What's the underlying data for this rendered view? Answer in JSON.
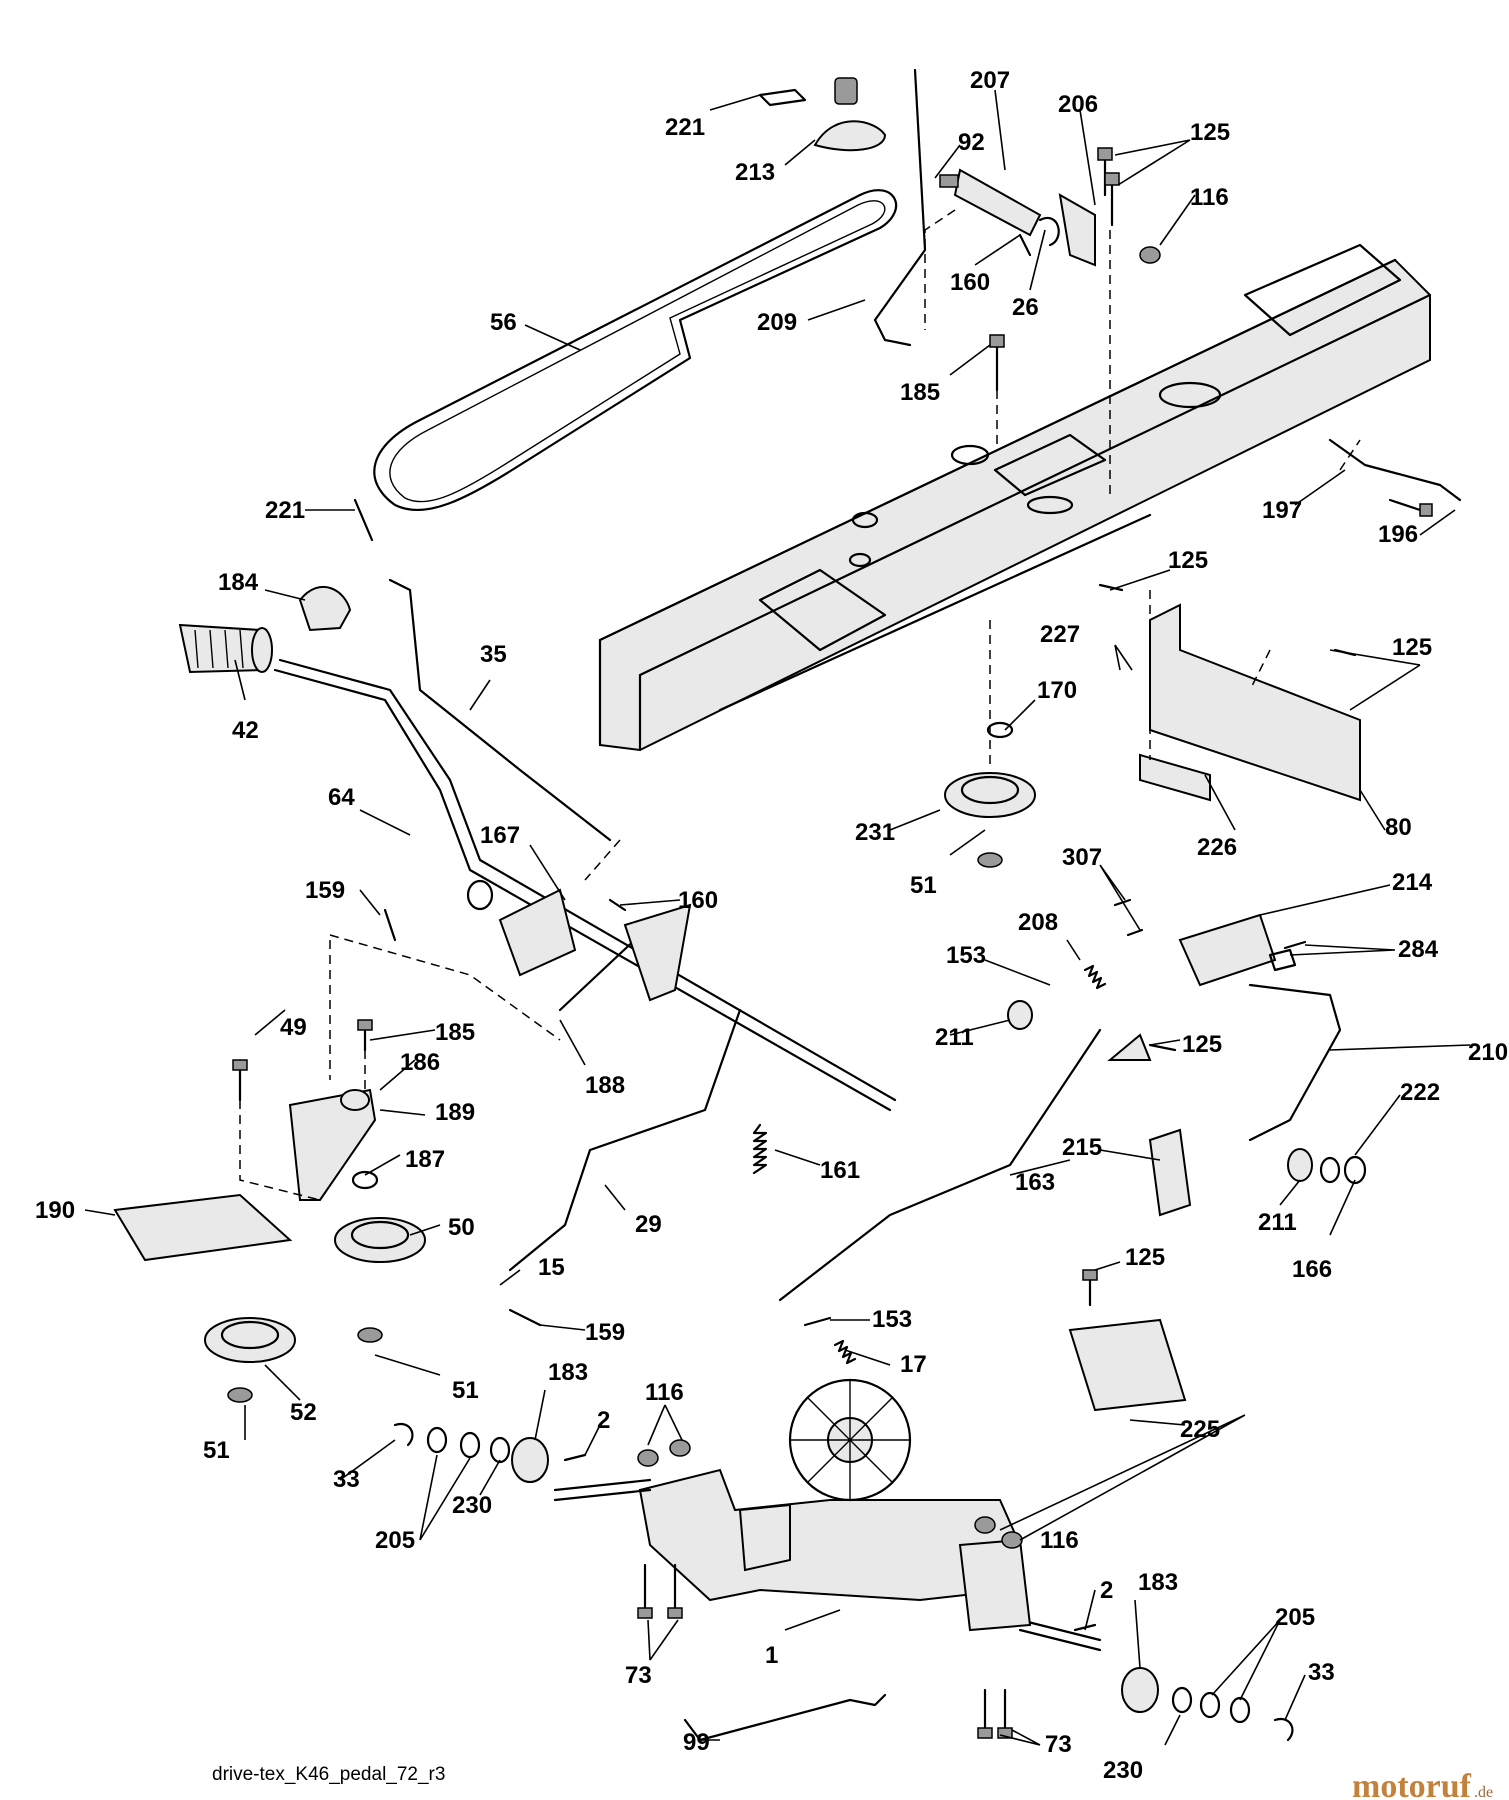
{
  "caption": "drive-tex_K46_pedal_72_r3",
  "watermark": {
    "brand": "motoruf",
    "tld": ".de",
    "color": "#c2823c"
  },
  "labels": [
    {
      "id": "221a",
      "text": "221"
    },
    {
      "id": "213",
      "text": "213"
    },
    {
      "id": "207",
      "text": "207"
    },
    {
      "id": "206",
      "text": "206"
    },
    {
      "id": "125a",
      "text": "125"
    },
    {
      "id": "92",
      "text": "92"
    },
    {
      "id": "116a",
      "text": "116"
    },
    {
      "id": "160a",
      "text": "160"
    },
    {
      "id": "26",
      "text": "26"
    },
    {
      "id": "56",
      "text": "56"
    },
    {
      "id": "209",
      "text": "209"
    },
    {
      "id": "185a",
      "text": "185"
    },
    {
      "id": "197",
      "text": "197"
    },
    {
      "id": "196",
      "text": "196"
    },
    {
      "id": "221b",
      "text": "221"
    },
    {
      "id": "125b",
      "text": "125"
    },
    {
      "id": "184",
      "text": "184"
    },
    {
      "id": "227",
      "text": "227"
    },
    {
      "id": "125c",
      "text": "125"
    },
    {
      "id": "35",
      "text": "35"
    },
    {
      "id": "170",
      "text": "170"
    },
    {
      "id": "42",
      "text": "42"
    },
    {
      "id": "64",
      "text": "64"
    },
    {
      "id": "80",
      "text": "80"
    },
    {
      "id": "231",
      "text": "231"
    },
    {
      "id": "226",
      "text": "226"
    },
    {
      "id": "167",
      "text": "167"
    },
    {
      "id": "307",
      "text": "307"
    },
    {
      "id": "51a",
      "text": "51"
    },
    {
      "id": "159a",
      "text": "159"
    },
    {
      "id": "160b",
      "text": "160"
    },
    {
      "id": "214",
      "text": "214"
    },
    {
      "id": "208",
      "text": "208"
    },
    {
      "id": "284",
      "text": "284"
    },
    {
      "id": "153a",
      "text": "153"
    },
    {
      "id": "49",
      "text": "49"
    },
    {
      "id": "185b",
      "text": "185"
    },
    {
      "id": "211a",
      "text": "211"
    },
    {
      "id": "125d",
      "text": "125"
    },
    {
      "id": "210",
      "text": "210"
    },
    {
      "id": "186",
      "text": "186"
    },
    {
      "id": "188",
      "text": "188"
    },
    {
      "id": "222",
      "text": "222"
    },
    {
      "id": "189",
      "text": "189"
    },
    {
      "id": "215",
      "text": "215"
    },
    {
      "id": "187",
      "text": "187"
    },
    {
      "id": "161",
      "text": "161"
    },
    {
      "id": "163",
      "text": "163"
    },
    {
      "id": "211b",
      "text": "211"
    },
    {
      "id": "190",
      "text": "190"
    },
    {
      "id": "29",
      "text": "29"
    },
    {
      "id": "50",
      "text": "50"
    },
    {
      "id": "166",
      "text": "166"
    },
    {
      "id": "125e",
      "text": "125"
    },
    {
      "id": "15",
      "text": "15"
    },
    {
      "id": "159b",
      "text": "159"
    },
    {
      "id": "153b",
      "text": "153"
    },
    {
      "id": "17",
      "text": "17"
    },
    {
      "id": "51b",
      "text": "51"
    },
    {
      "id": "183a",
      "text": "183"
    },
    {
      "id": "116b",
      "text": "116"
    },
    {
      "id": "225",
      "text": "225"
    },
    {
      "id": "52",
      "text": "52"
    },
    {
      "id": "2a",
      "text": "2"
    },
    {
      "id": "51c",
      "text": "51"
    },
    {
      "id": "33a",
      "text": "33"
    },
    {
      "id": "230a",
      "text": "230"
    },
    {
      "id": "205a",
      "text": "205"
    },
    {
      "id": "116c",
      "text": "116"
    },
    {
      "id": "2b",
      "text": "2"
    },
    {
      "id": "183b",
      "text": "183"
    },
    {
      "id": "1",
      "text": "1"
    },
    {
      "id": "205b",
      "text": "205"
    },
    {
      "id": "73a",
      "text": "73"
    },
    {
      "id": "33b",
      "text": "33"
    },
    {
      "id": "99",
      "text": "99"
    },
    {
      "id": "73b",
      "text": "73"
    },
    {
      "id": "230b",
      "text": "230"
    }
  ]
}
